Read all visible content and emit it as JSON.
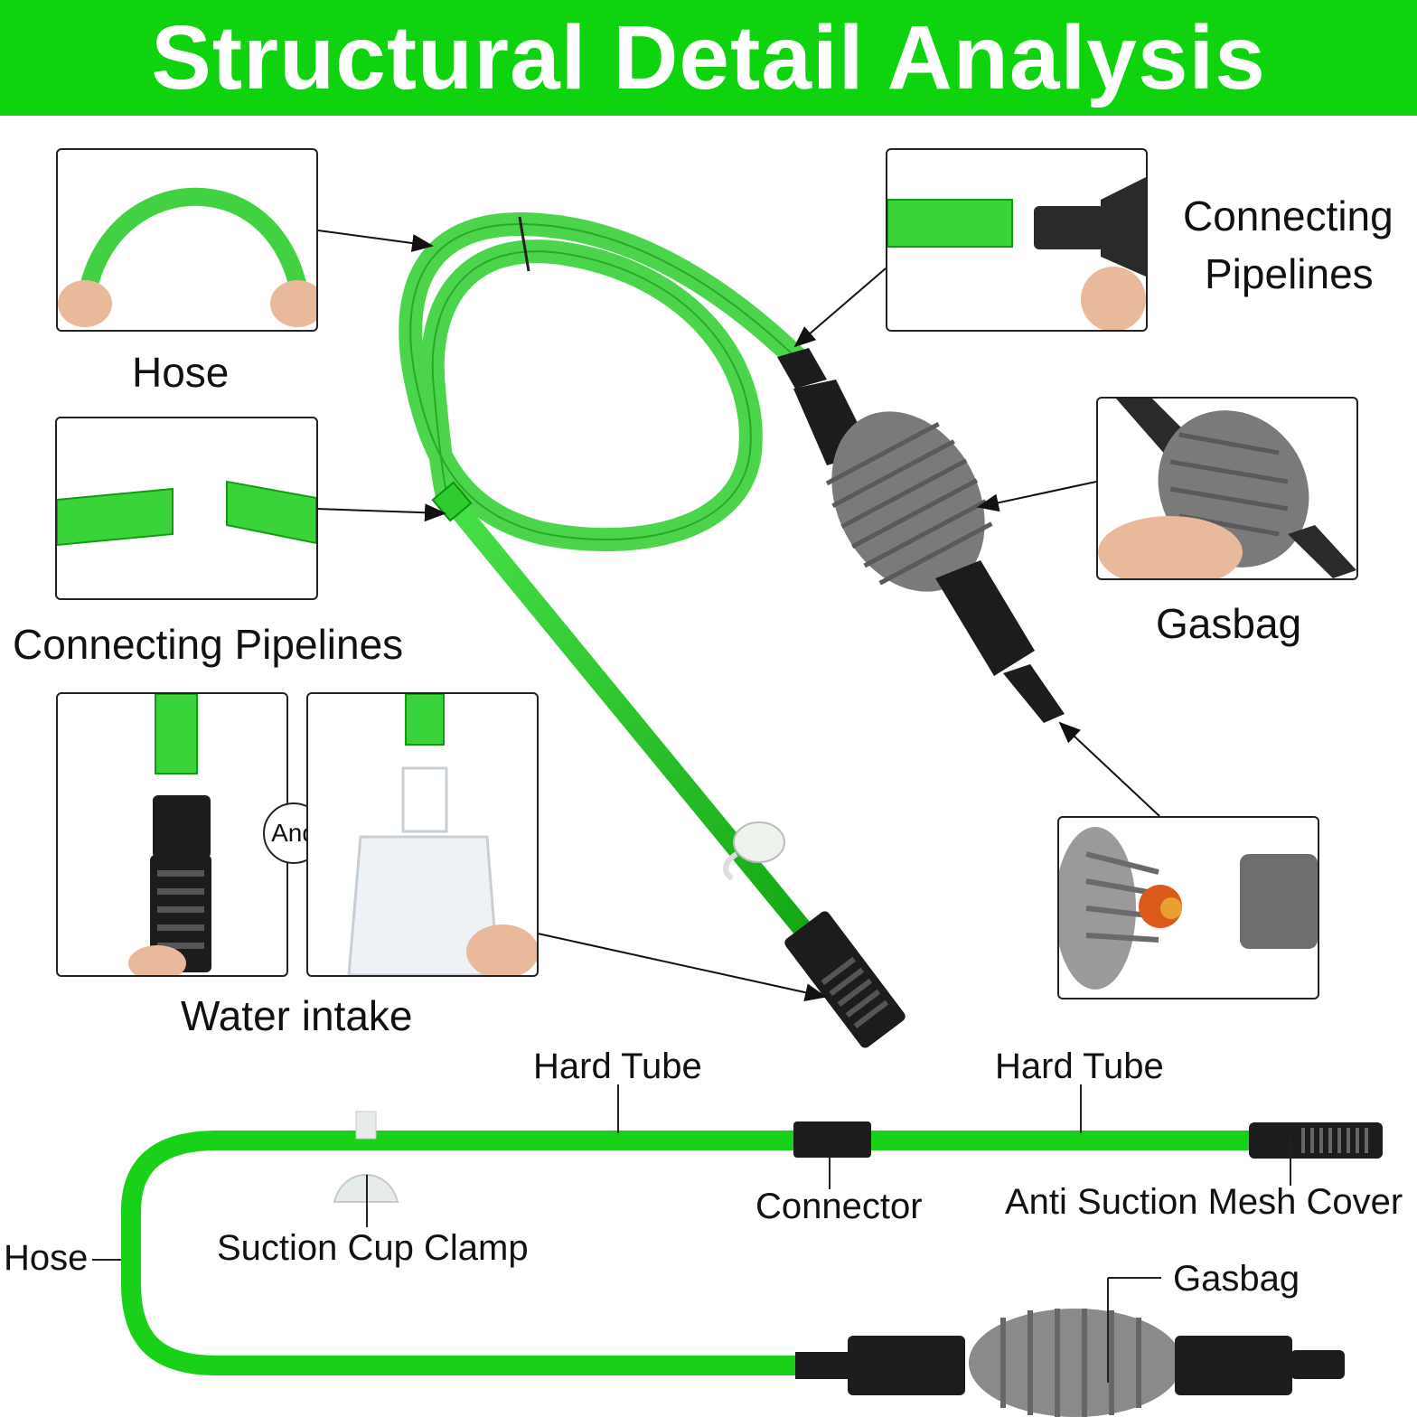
{
  "header": {
    "title": "Structural Detail Analysis"
  },
  "colors": {
    "banner": "#0ed30e",
    "hose_green": "#2ecc2e",
    "bright_green": "#1ad11a",
    "dark_part": "#1c1c1c",
    "bulb_gray": "#7a7a7a"
  },
  "callouts": {
    "hose": "Hose",
    "connecting_pipelines_left": "Connecting Pipelines",
    "water_intake": "Water intake",
    "and": "And",
    "connecting_pipelines_right_line1": "Connecting",
    "connecting_pipelines_right_line2": "Pipelines",
    "gasbag": "Gasbag"
  },
  "bottom_diagram": {
    "hard_tube_left": "Hard Tube",
    "hard_tube_right": "Hard Tube",
    "connector": "Connector",
    "anti_suction": "Anti Suction Mesh Cover",
    "hose": "Hose",
    "suction_cup": "Suction Cup Clamp",
    "gasbag": "Gasbag"
  }
}
